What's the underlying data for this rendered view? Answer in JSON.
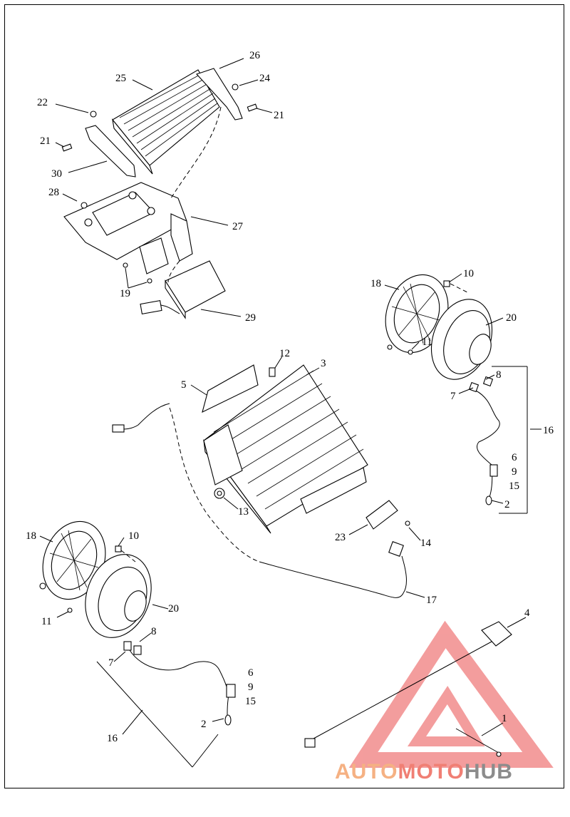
{
  "callouts": [
    {
      "id": "c26a",
      "text": "26"
    },
    {
      "id": "c25",
      "text": "25"
    },
    {
      "id": "c24",
      "text": "24"
    },
    {
      "id": "c22",
      "text": "22"
    },
    {
      "id": "c21a",
      "text": "21"
    },
    {
      "id": "c21b",
      "text": "21"
    },
    {
      "id": "c30",
      "text": "30"
    },
    {
      "id": "c28",
      "text": "28"
    },
    {
      "id": "c27",
      "text": "27"
    },
    {
      "id": "c19",
      "text": "19"
    },
    {
      "id": "c29",
      "text": "29"
    },
    {
      "id": "c10a",
      "text": "10"
    },
    {
      "id": "c18a",
      "text": "18"
    },
    {
      "id": "c20a",
      "text": "20"
    },
    {
      "id": "c11a",
      "text": "11"
    },
    {
      "id": "c12",
      "text": "12"
    },
    {
      "id": "c3",
      "text": "3"
    },
    {
      "id": "c5",
      "text": "5"
    },
    {
      "id": "c8a",
      "text": "8"
    },
    {
      "id": "c7a",
      "text": "7"
    },
    {
      "id": "c16a",
      "text": "16"
    },
    {
      "id": "c6a",
      "text": "6"
    },
    {
      "id": "c9a",
      "text": "9"
    },
    {
      "id": "c15a",
      "text": "15"
    },
    {
      "id": "c2a",
      "text": "2"
    },
    {
      "id": "c13",
      "text": "13"
    },
    {
      "id": "c23",
      "text": "23"
    },
    {
      "id": "c14",
      "text": "14"
    },
    {
      "id": "c18b",
      "text": "18"
    },
    {
      "id": "c10b",
      "text": "10"
    },
    {
      "id": "c20b",
      "text": "20"
    },
    {
      "id": "c11b",
      "text": "11"
    },
    {
      "id": "c17",
      "text": "17"
    },
    {
      "id": "c8b",
      "text": "8"
    },
    {
      "id": "c7b",
      "text": "7"
    },
    {
      "id": "c4",
      "text": "4"
    },
    {
      "id": "c6b",
      "text": "6"
    },
    {
      "id": "c9b",
      "text": "9"
    },
    {
      "id": "c15b",
      "text": "15"
    },
    {
      "id": "c2b",
      "text": "2"
    },
    {
      "id": "c16b",
      "text": "16"
    },
    {
      "id": "c1",
      "text": "1"
    }
  ],
  "watermark": {
    "part1": "AUTO",
    "part2": "MOTO",
    "part3": "HUB",
    "color1": "#f5b183",
    "color2": "#f07f74",
    "color3": "#8c8c8c",
    "triangle_color": "#f28c8c"
  }
}
